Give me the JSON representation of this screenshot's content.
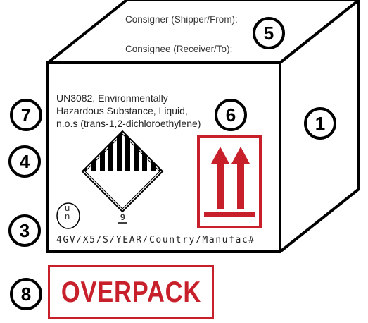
{
  "shipment": {
    "consigner_label": "Consigner (Shipper/From):",
    "consignee_label": "Consignee (Receiver/To):"
  },
  "marking": {
    "line1": "UN3082, Environmentally",
    "line2": "Hazardous Substance, Liquid,",
    "line3": "n.o.s (trans-1,2-dichloroethylene)",
    "hazard_class": "9",
    "un_symbol_top": "u",
    "un_symbol_bottom": "n",
    "spec_code": "4GV/X5/S/YEAR/Country/Manufac#"
  },
  "overpack_label": "OVERPACK",
  "callouts": [
    "1",
    "3",
    "4",
    "5",
    "6",
    "7",
    "8"
  ],
  "colors": {
    "label_red": "#c8202b",
    "outline": "#000000"
  }
}
